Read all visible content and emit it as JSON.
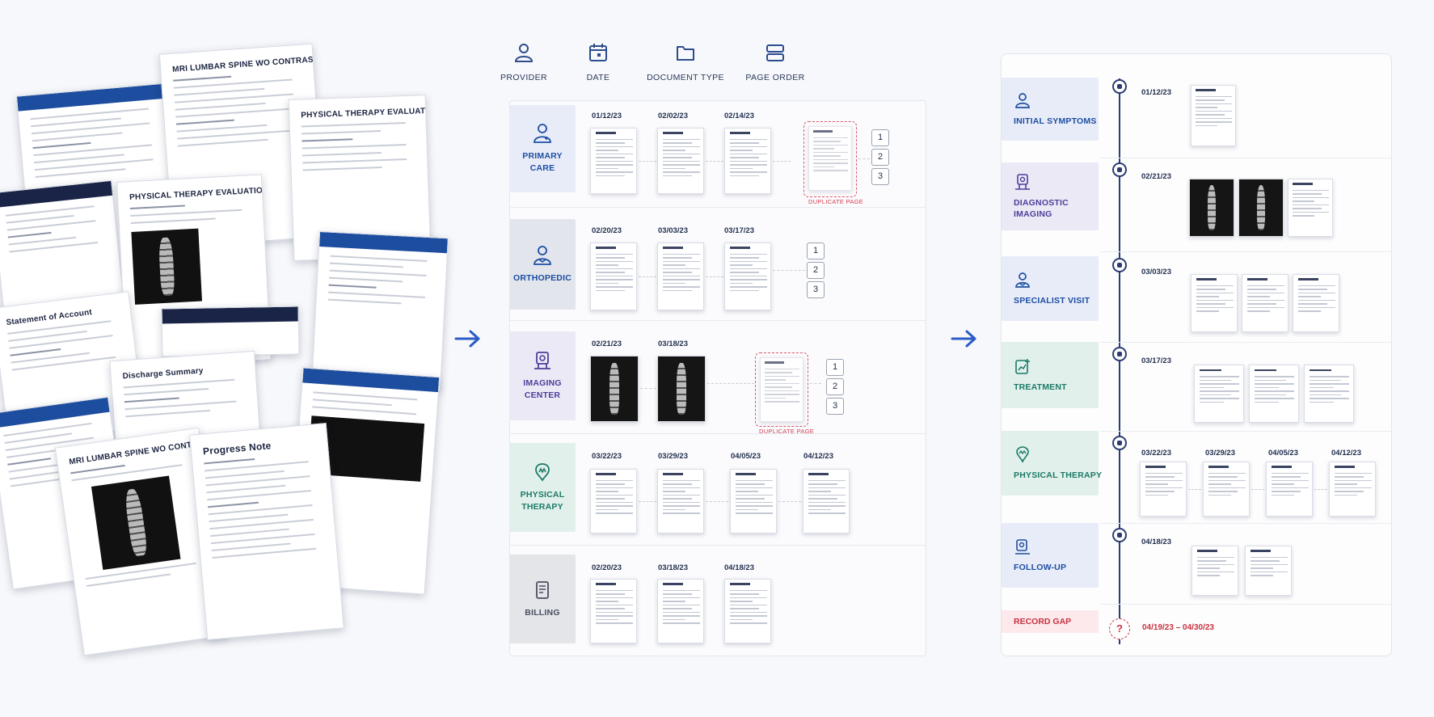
{
  "pile": {
    "titles": [
      "MRI LUMBAR SPINE WO CONTRAST",
      "PHYSICAL THERAPY EVALUATION",
      "PHYSICAL THERAPY EVALUATION",
      "Statement of Account",
      "Discharge Summary",
      "MRI LUMBAR SPINE WO CONTRAST",
      "Progress Note"
    ]
  },
  "header": {
    "provider": "PROVIDER",
    "date": "DATE",
    "document_type": "DOCUMENT TYPE",
    "page_order": "PAGE ORDER"
  },
  "providers": [
    {
      "label": "PRIMARY CARE",
      "dates": [
        "01/12/23",
        "02/02/23",
        "02/14/23"
      ],
      "duplicate": "DUPLICATE PAGE",
      "pages": [
        "1",
        "2",
        "3"
      ],
      "color": "#e8ecf8",
      "text_color": "#1d4ea3"
    },
    {
      "label": "ORTHOPEDIC",
      "dates": [
        "02/20/23",
        "03/03/23",
        "03/17/23"
      ],
      "pages": [
        "1",
        "2",
        "3"
      ],
      "color": "#e2e5ec",
      "text_color": "#1d4ea3"
    },
    {
      "label": "IMAGING CENTER",
      "dates": [
        "02/21/23",
        "03/18/23"
      ],
      "duplicate": "DUPLICATE PAGE",
      "pages": [
        "1",
        "2",
        "3"
      ],
      "color": "#ebe9f6",
      "text_color": "#4e3e99"
    },
    {
      "label": "PHYSICAL THERAPY",
      "dates": [
        "03/22/23",
        "03/29/23",
        "04/05/23",
        "04/12/23"
      ],
      "color": "#e2f0ec",
      "text_color": "#1b7a66"
    },
    {
      "label": "BILLING",
      "dates": [
        "02/20/23",
        "03/18/23",
        "04/18/23"
      ],
      "color": "#e4e5e9",
      "text_color": "#4a5060"
    }
  ],
  "timeline": [
    {
      "label": "INITIAL SYMPTOMS",
      "dates": [
        "01/12/23"
      ],
      "color": "#e8ecf8",
      "text_color": "#1d4ea3"
    },
    {
      "label": "DIAGNOSTIC IMAGING",
      "dates": [
        "02/21/23"
      ],
      "color": "#ebe9f6",
      "text_color": "#4e3e99"
    },
    {
      "label": "SPECIALIST VISIT",
      "dates": [
        "03/03/23"
      ],
      "color": "#e8ecf8",
      "text_color": "#1d4ea3"
    },
    {
      "label": "TREATMENT",
      "dates": [
        "03/17/23"
      ],
      "color": "#e2f0ec",
      "text_color": "#1b7a66"
    },
    {
      "label": "PHYSICAL THERAPY",
      "dates": [
        "03/22/23",
        "03/29/23",
        "04/05/23",
        "04/12/23"
      ],
      "color": "#e2f0ec",
      "text_color": "#1b7a66"
    },
    {
      "label": "FOLLOW-UP",
      "dates": [
        "04/18/23"
      ],
      "color": "#e8ecf8",
      "text_color": "#1d4ea3"
    }
  ],
  "gap": {
    "label": "RECORD GAP",
    "range": "04/19/23 – 04/30/23",
    "symbol": "?"
  }
}
